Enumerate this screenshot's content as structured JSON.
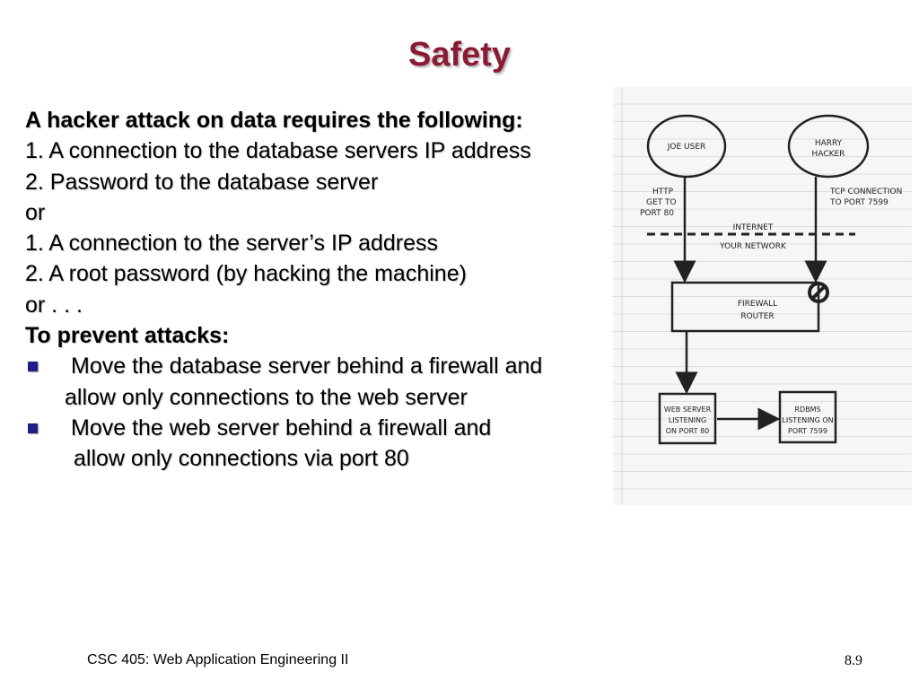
{
  "slide": {
    "title": "Safety",
    "lines": [
      "A hacker attack on data requires the following:",
      "1. A connection to the database servers IP address",
      "2. Password to the database server",
      "or",
      "1. A connection to the server’s IP address",
      "2. A root password (by hacking the machine)",
      "or . . .",
      "To prevent attacks:"
    ],
    "bullets": [
      {
        "text": "Move the database server behind a firewall and",
        "cont": "allow only connections to the web server"
      },
      {
        "text": "Move the web server behind a firewall and",
        "cont": "allow only connections via port 80"
      }
    ]
  },
  "diagram": {
    "joe_user": "JOE USER",
    "harry_hacker_1": "HARRY",
    "harry_hacker_2": "HACKER",
    "http_1": "HTTP",
    "http_2": "GET TO",
    "http_3": "PORT 80",
    "tcp_1": "TCP CONNECTION",
    "tcp_2": "TO PORT 7599",
    "internet": "INTERNET",
    "your_network": "YOUR NETWORK",
    "firewall_1": "FIREWALL",
    "firewall_2": "ROUTER",
    "web_1": "WEB SERVER",
    "web_2": "LISTENING",
    "web_3": "ON PORT 80",
    "rdbms_1": "RDBMS",
    "rdbms_2": "LISTENING ON",
    "rdbms_3": "PORT 7599"
  },
  "footer": {
    "course": "CSC 405: Web Application Engineering II",
    "page": "8.9"
  },
  "colors": {
    "title": "#8B1A33",
    "bullet": "#1f1f8a"
  }
}
